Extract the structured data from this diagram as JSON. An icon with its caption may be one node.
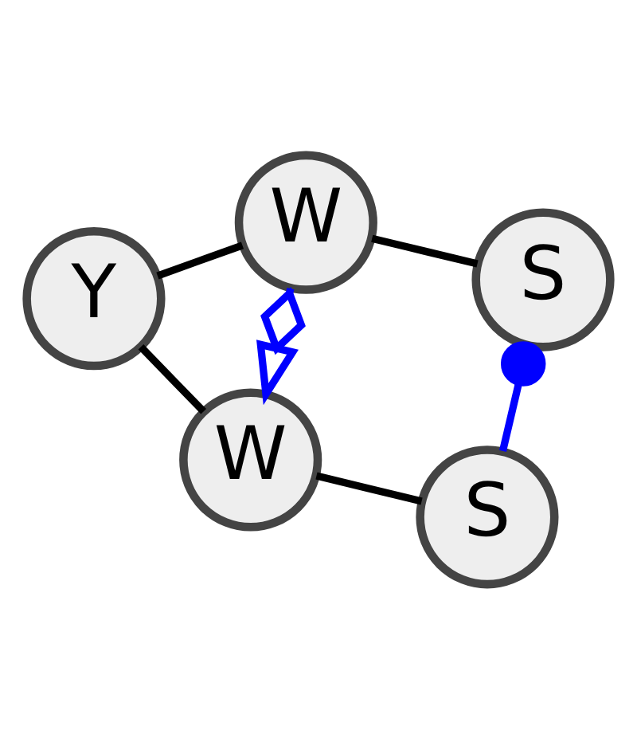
{
  "diagram": {
    "nodes": [
      {
        "text": [
          "Y"
        ]
      },
      {
        "text": [
          "W"
        ]
      },
      {
        "text": [
          "S"
        ]
      },
      {
        "text": [
          "W"
        ]
      },
      {
        "text": [
          "S"
        ]
      }
    ],
    "edges": [
      {
        "from": 1,
        "to": 0,
        "arrow": "none"
      },
      {
        "from": 0,
        "to": 3,
        "arrow": "none"
      },
      {
        "from": 1,
        "to": 2,
        "arrow": "none"
      },
      {
        "from": 3,
        "to": 1,
        "arrow": "to",
        "color": "#0000ff"
      },
      {
        "from": 2,
        "to": 4,
        "arrow": "other",
        "color": "#0000ff"
      },
      {
        "from": 3,
        "to": 4,
        "arrow": "none"
      }
    ]
  }
}
